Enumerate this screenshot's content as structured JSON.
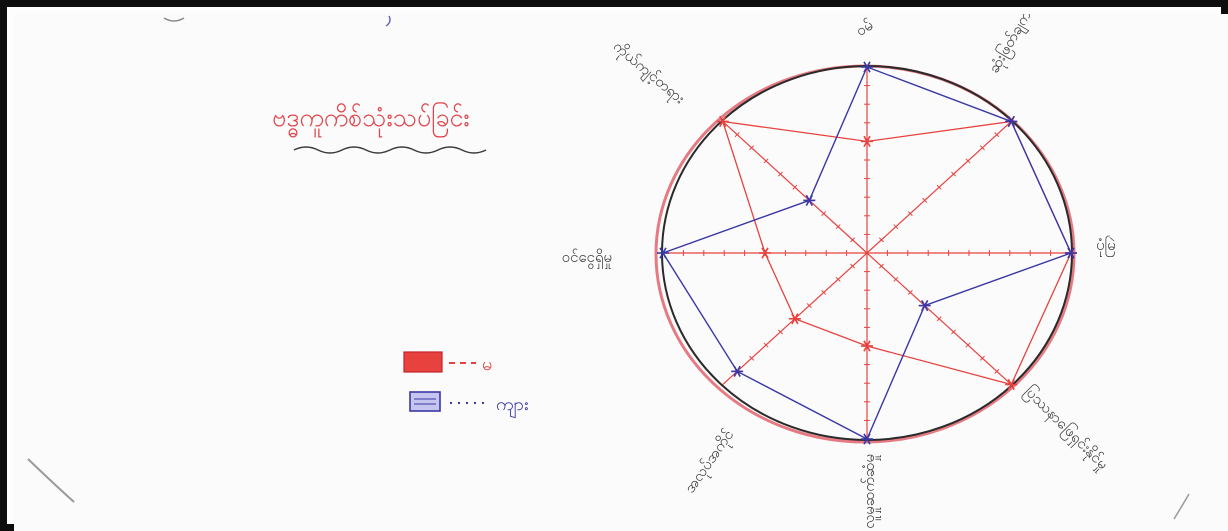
{
  "title": "ဗဒ္ဓကူကိစ်သုံးသပ်ခြင်း",
  "legend": [
    {
      "label": "မ",
      "swatch_label": "",
      "color": "#e8423f"
    },
    {
      "label": "ကျား",
      "swatch_label": "",
      "color": "#3a37a6"
    }
  ],
  "colors": {
    "female": "#e8423f",
    "male": "#3a37a6",
    "circle": "#2a2a2a",
    "circle_outer": "#e67a83",
    "text": "#3a3a3a"
  },
  "chart_data": {
    "type": "radar",
    "axes": [
      {
        "label": "ဝမ်",
        "angle": 90
      },
      {
        "label": "ဆုံးဖြတ်ချက်",
        "angle": 45
      },
      {
        "label": "ပုံမြဲ",
        "angle": 0
      },
      {
        "label": "ပြဿနာဖြေရှင်းနိုင်မှု",
        "angle": -45
      },
      {
        "label": "လူမှုဆက်ဆံမှု",
        "angle": -90
      },
      {
        "label": "အလုပ်အကိုင်",
        "angle": -135
      },
      {
        "label": "ဝင်ငွေရှိမှု",
        "angle": 180
      },
      {
        "label": "ကိုယ်ကျင့်တရား",
        "angle": 135
      }
    ],
    "scale": [
      0,
      10
    ],
    "series": [
      {
        "name": "မ",
        "values": [
          6,
          10,
          10,
          10,
          5,
          5,
          5,
          10
        ]
      },
      {
        "name": "ကျား",
        "values": [
          10,
          10,
          10,
          4,
          10,
          9,
          10,
          4
        ]
      }
    ]
  }
}
